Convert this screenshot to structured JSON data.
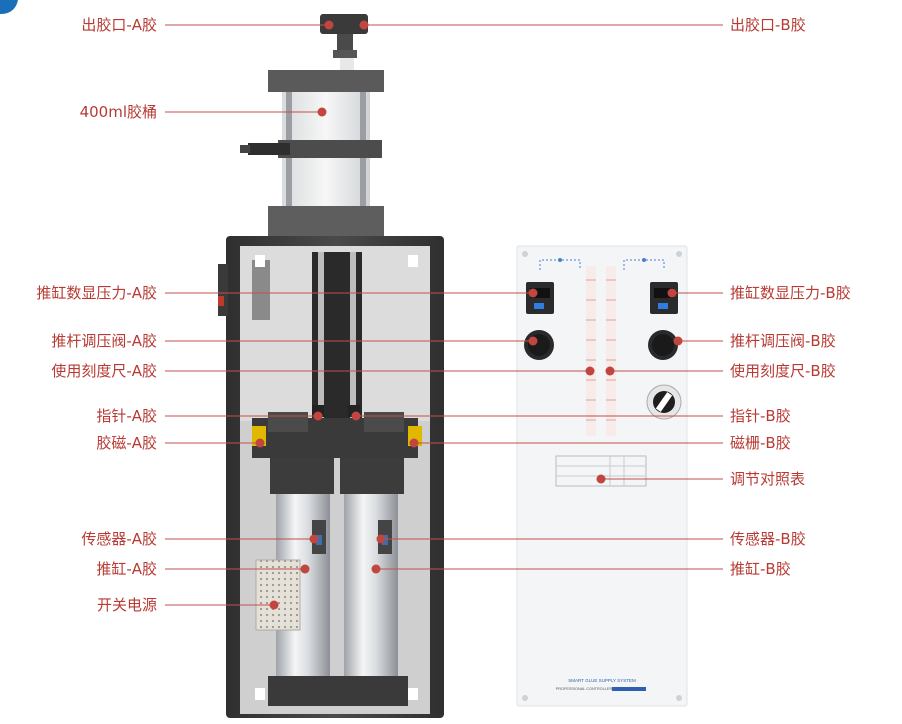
{
  "labels_left": [
    {
      "text": "出胶口-A胶"
    },
    {
      "text": "400ml胶桶"
    },
    {
      "text": "推缸数显压力-A胶"
    },
    {
      "text": "推杆调压阀-A胶"
    },
    {
      "text": "使用刻度尺-A胶"
    },
    {
      "text": "指针-A胶"
    },
    {
      "text": "胶磁-A胶"
    },
    {
      "text": "传感器-A胶"
    },
    {
      "text": "推缸-A胶"
    },
    {
      "text": "开关电源"
    }
  ],
  "labels_right": [
    {
      "text": "出胶口-B胶"
    },
    {
      "text": "推缸数显压力-B胶"
    },
    {
      "text": "推杆调压阀-B胶"
    },
    {
      "text": "使用刻度尺-B胶"
    },
    {
      "text": "指针-B胶"
    },
    {
      "text": "磁栅-B胶"
    },
    {
      "text": "调节对照表"
    },
    {
      "text": "传感器-B胶"
    },
    {
      "text": "推缸-B胶"
    }
  ],
  "panel": {
    "brand_line1": "SMART GLUE SUPPLY SYSTEM",
    "brand_line2": "PROFESSIONAL CONTROLLER"
  },
  "colors": {
    "label": "#b83a33",
    "leader": "#c0504d",
    "marker": "#c0463f",
    "frame": "#3d3d3d",
    "accent_blue": "#1a6fb8"
  }
}
